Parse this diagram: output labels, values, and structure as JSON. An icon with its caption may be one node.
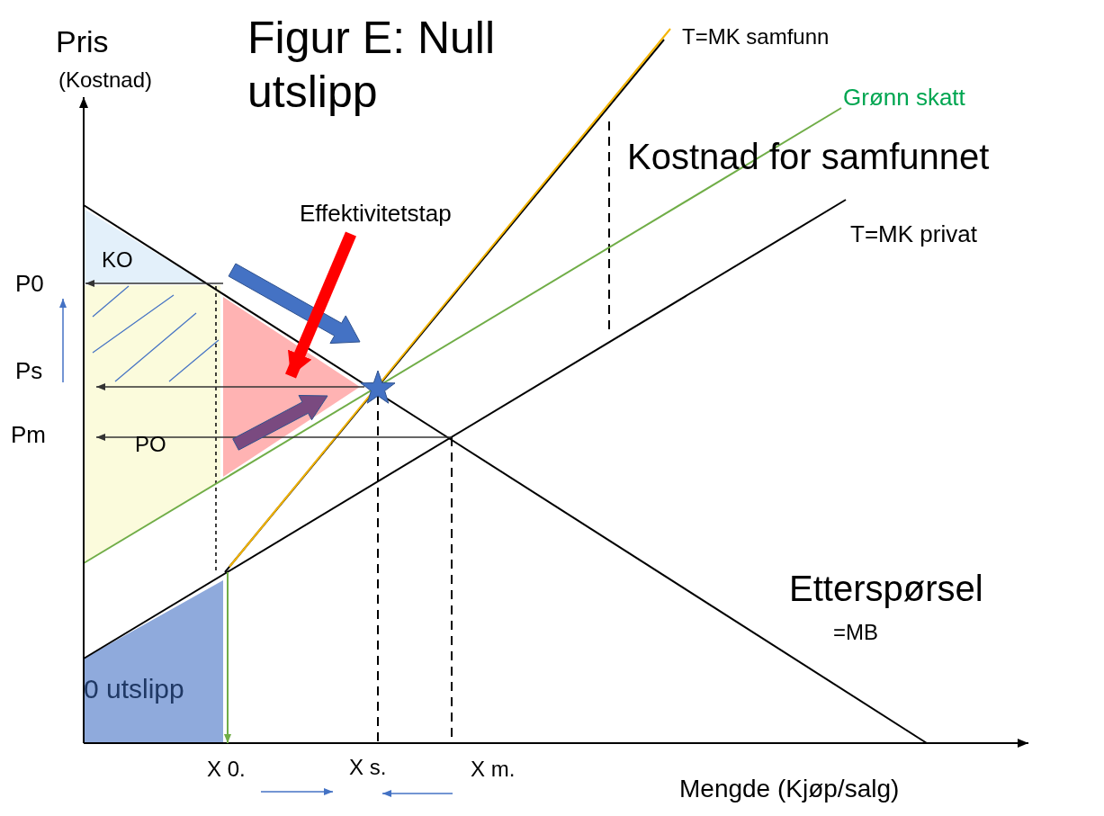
{
  "diagram": {
    "title": "Figur E: Null utslipp",
    "nodes": [
      {
        "text": [
          "Effektivitetstap"
        ]
      },
      {
        "text": [],
        "shape": "triangle"
      }
    ],
    "edges": [
      {
        "from": 0,
        "to": 1,
        "arrow": "to",
        "color": "#ff0000"
      }
    ],
    "labels": [
      "Pris",
      "(Kostnad)",
      "T=MK samfunn",
      "Grønn skatt",
      "Kostnad for samfunnet",
      "T=MK privat",
      "KO",
      "P0",
      "Ps",
      "Pm",
      "PO",
      "Etterspørsel",
      "=MB",
      "0 utslipp",
      "X 0.",
      "X s.",
      "X m.",
      "Mengde (Kjøp/salg)"
    ]
  }
}
